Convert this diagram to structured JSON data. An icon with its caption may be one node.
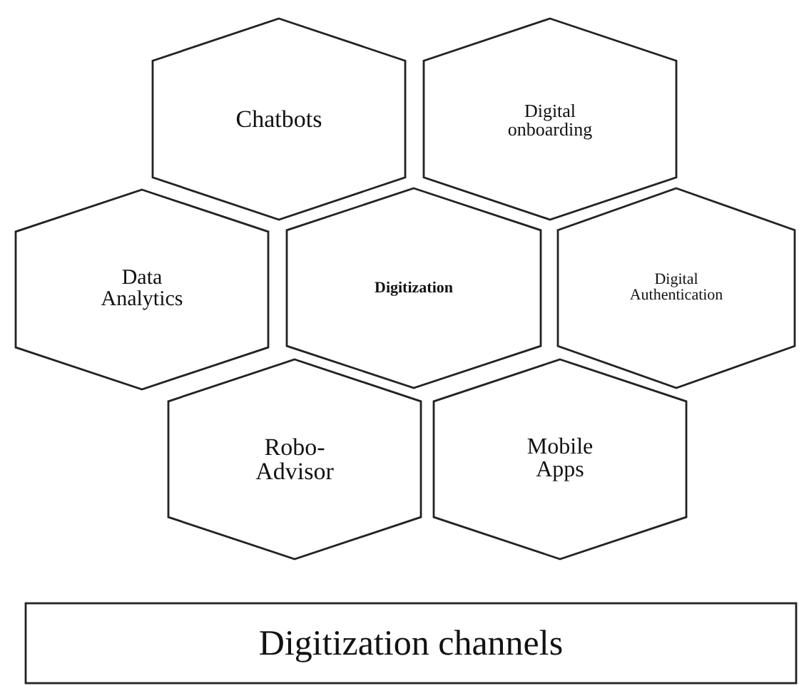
{
  "diagram": {
    "nodes": [
      {
        "text": [
          "Chatbots"
        ]
      },
      {
        "text": [
          "Digital onboarding"
        ]
      },
      {
        "text": [
          "Data Analytics"
        ]
      },
      {
        "text": [
          "Digitization"
        ]
      },
      {
        "text": [
          "Digital Authentication"
        ]
      },
      {
        "text": [
          "Robo-Advisor"
        ]
      },
      {
        "text": [
          "Mobile Apps"
        ]
      },
      {
        "text": [
          "Digitization channels"
        ]
      }
    ]
  }
}
